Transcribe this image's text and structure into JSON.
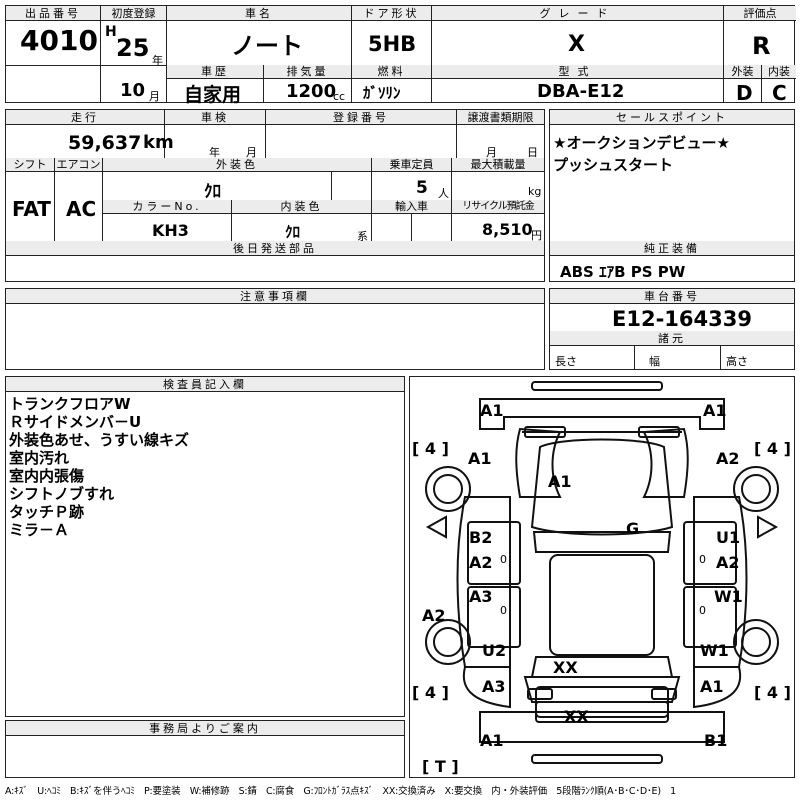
{
  "lot": {
    "label": "出品番号",
    "value": "4010"
  },
  "first_reg": {
    "label": "初度登録",
    "era": "H",
    "year": "25",
    "year_unit": "年",
    "month": "10",
    "month_unit": "月"
  },
  "car_name": {
    "label": "車名",
    "value": "ノート"
  },
  "door": {
    "label": "ドア形状",
    "value": "5HB"
  },
  "grade": {
    "label": "グレード",
    "value": "X"
  },
  "score": {
    "label": "評価点",
    "value": "R",
    "ext_label": "外装",
    "ext": "D",
    "int_label": "内装",
    "int": "C"
  },
  "history": {
    "label": "車歴",
    "value": "自家用"
  },
  "displacement": {
    "label": "排気量",
    "value": "1200",
    "unit": "cc"
  },
  "fuel": {
    "label": "燃料",
    "value": "ｶﾞｿﾘﾝ"
  },
  "model": {
    "label": "型式",
    "value": "DBA-E12"
  },
  "mileage": {
    "label": "走行",
    "value": "59,637",
    "unit": "km"
  },
  "inspection": {
    "label": "車検",
    "year_unit": "年",
    "month_unit": "月"
  },
  "reg_no": {
    "label": "登録番号"
  },
  "transfer": {
    "label": "譲渡書類期限",
    "month_unit": "月",
    "day_unit": "日"
  },
  "shift": {
    "label": "シフト",
    "value": "FAT"
  },
  "ac": {
    "label": "エアコン",
    "value": "AC"
  },
  "ext_color": {
    "label": "外装色",
    "value": "ｸﾛ"
  },
  "capacity": {
    "label": "乗車定員",
    "value": "5",
    "unit": "人"
  },
  "max_load": {
    "label": "最大積載量",
    "unit": "kg"
  },
  "color_no": {
    "label": "カラーNo.",
    "value": "KH3"
  },
  "int_color": {
    "label": "内装色",
    "value": "ｸﾛ",
    "unit": "系"
  },
  "import": {
    "label": "輸入車"
  },
  "recycle": {
    "label": "リサイクル預託金",
    "value": "8,510",
    "unit": "円"
  },
  "later_parts": {
    "label": "後日発送部品"
  },
  "notes": {
    "label": "注意事項欄"
  },
  "inspector": {
    "label": "検査員記入欄",
    "lines": [
      "トランクフロアW",
      "Ｒサイドメンバ－U",
      "外装色あせ、うすい線キズ",
      "室内汚れ",
      "室内内張傷",
      "シフトノブすれ",
      "タッチＰ跡",
      "ミラ－Ａ"
    ]
  },
  "office": {
    "label": "事務局よりご案内"
  },
  "sales_point": {
    "label": "セールスポイント",
    "lines": [
      "★オークションデビュー★",
      "プッシュスタート"
    ]
  },
  "equipment": {
    "label": "純正装備",
    "value": "ABS ｴｱB PS PW"
  },
  "chassis": {
    "label": "車台番号",
    "value": "E12-164339"
  },
  "specs": {
    "label": "諸元",
    "length": "長さ",
    "width": "幅",
    "height": "高さ"
  },
  "diagram": {
    "tires": {
      "fl": "[ 4 ]",
      "fr": "[ 4 ]",
      "rl": "[ 4 ]",
      "rr": "[ 4 ]",
      "spare": "[ T ]"
    },
    "marks": {
      "front_bumper_l": "A1",
      "front_bumper_r": "A1",
      "fender_fl": "A1",
      "fender_fr": "A2",
      "hood": "A1",
      "roof": "G",
      "door_fl_1": "B2",
      "door_fl_2": "A2",
      "door_fr_1": "U1",
      "door_fr_2": "A2",
      "door_rl": "A3",
      "door_rr": "W1",
      "side_l": "A2",
      "quarter_rl_1": "U2",
      "quarter_rl_2": "A3",
      "quarter_rr_1": "W1",
      "quarter_rr_2": "A1",
      "trunk": "XX",
      "rear_panel": "XX",
      "rear_bumper_l": "A1",
      "rear_bumper_r": "B1",
      "door_fl_zero": "0",
      "door_fr_zero": "0",
      "door_rl_zero": "0",
      "door_rr_zero": "0"
    }
  },
  "legend": "A:ｷｽﾞ　U:ﾍｺﾐ　B:ｷｽﾞを伴うﾍｺﾐ　P:要塗装　W:補修跡　S:錆　C:腐食　G:ﾌﾛﾝﾄｶﾞﾗｽ点ｷｽﾞ　XX:交換済み　X:要交換　内・外装評価　5段階ﾗﾝｸ順(A･B･C･D･E)　1"
}
